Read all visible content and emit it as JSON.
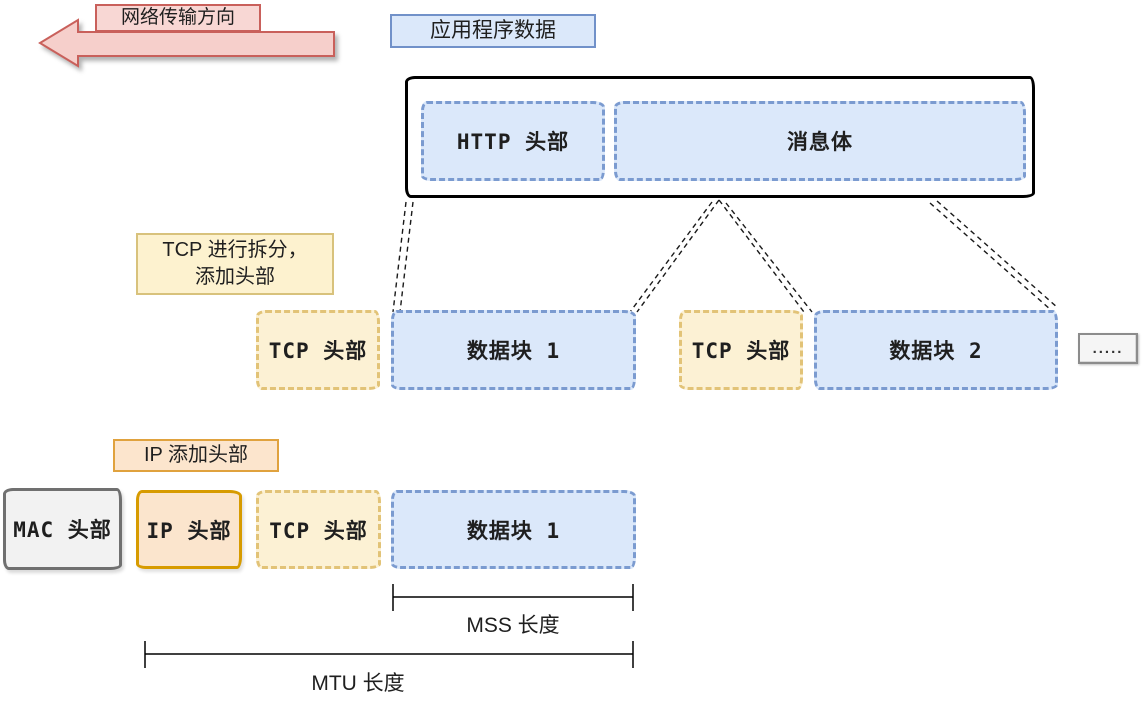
{
  "arrow": {
    "label": "网络传输方向"
  },
  "app_layer": {
    "tag": "应用程序数据",
    "http_header": "HTTP 头部",
    "message_body": "消息体"
  },
  "tcp_layer": {
    "note_line1": "TCP 进行拆分，",
    "note_line2": "添加头部",
    "segment1": {
      "header": "TCP 头部",
      "data": "数据块 1"
    },
    "segment2": {
      "header": "TCP 头部",
      "data": "数据块 2"
    },
    "ellipsis": "....."
  },
  "ip_layer": {
    "tag": "IP 添加头部",
    "frame": {
      "mac": "MAC 头部",
      "ip": "IP 头部",
      "tcp": "TCP 头部",
      "data": "数据块 1"
    }
  },
  "measures": {
    "mss": "MSS 长度",
    "mtu": "MTU 长度"
  },
  "colors": {
    "blue_fill": "#dbe8fa",
    "blue_border": "#7b9bd0",
    "yellow_fill": "#fcf1d4",
    "yellow_border": "#e2c377",
    "orange_fill": "#fbe5cd",
    "orange_border": "#d79b00",
    "gray_fill": "#f2f2f2",
    "gray_border": "#707070",
    "pink_fill": "#f6cfcb",
    "pink_border": "#c9605b",
    "outline_black": "#000000"
  }
}
